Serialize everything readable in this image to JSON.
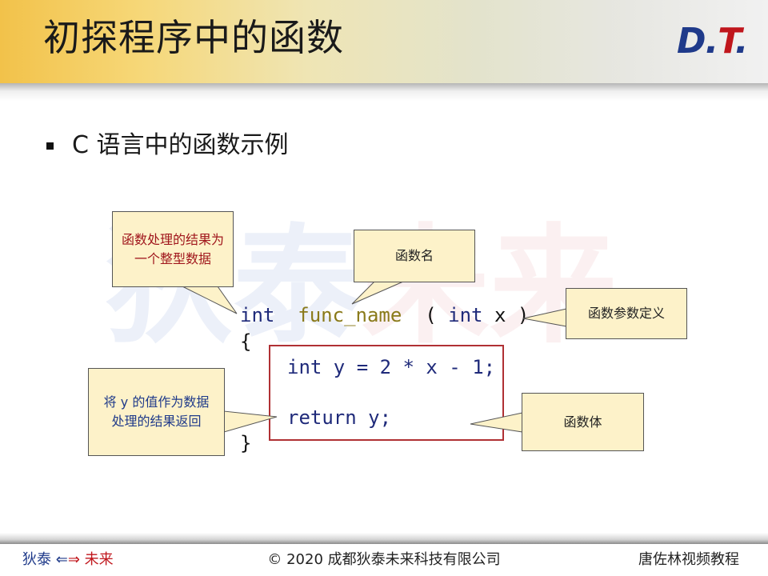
{
  "title": "初探程序中的函数",
  "logo": {
    "d": "D",
    "dot": ".",
    "t": "T",
    "dot2": "."
  },
  "watermark": {
    "part1": "狄泰",
    "part2": "未来"
  },
  "bullet": "C 语言中的函数示例",
  "code": {
    "line1": {
      "ret_type": "int",
      "func_name": "func_name",
      "open_paren": "(",
      "param_type": "int",
      "param_name": "x",
      "close_paren": ")"
    },
    "line2": "{",
    "line3": "int y = 2 * x - 1;",
    "line4": "return y;",
    "line5": "}"
  },
  "callouts": {
    "return_type": "函数处理的结果为一个整型数据",
    "name": "函数名",
    "params": "函数参数定义",
    "return_value": "将 y 的值作为数据处理的结果返回",
    "body": "函数体"
  },
  "footer": {
    "left_a": "狄泰",
    "arrows": "⇔",
    "left_b": "未来",
    "center": "© 2020 成都狄泰未来科技有限公司",
    "right": "唐佐林视频教程"
  },
  "colors": {
    "accent_red": "#c0161c",
    "accent_blue": "#1f3a8a",
    "callout_fill": "#fdf2c9",
    "frame": "#b03034"
  }
}
